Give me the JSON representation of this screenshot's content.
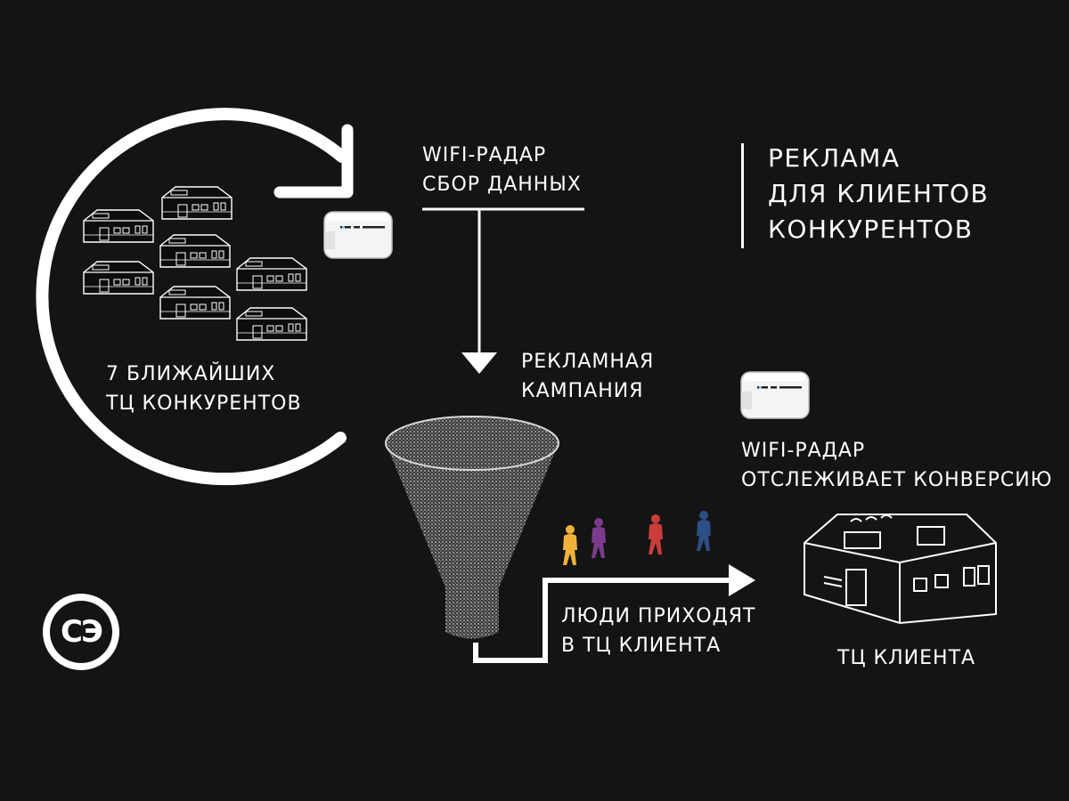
{
  "cycle": {
    "competitors_line1": "7 БЛИЖАЙШИХ",
    "competitors_line2": "ТЦ КОНКУРЕНТОВ"
  },
  "radar_collect": {
    "line1": "WIFI-РАДАР",
    "line2": "СБОР ДАННЫХ"
  },
  "headline": {
    "line1": "РЕКЛАМА",
    "line2": "ДЛЯ КЛИЕНТОВ",
    "line3": "КОНКУРЕНТОВ"
  },
  "campaign": {
    "line1": "РЕКЛАМНАЯ",
    "line2": "КАМПАНИЯ"
  },
  "radar_track": {
    "line1": "WIFI-РАДАР",
    "line2": "ОТСЛЕЖИВАЕТ КОНВЕРСИЮ"
  },
  "people": {
    "line1": "ЛЮДИ ПРИХОДЯТ",
    "line2": "В ТЦ КЛИЕНТА"
  },
  "client_mall": {
    "label": "ТЦ КЛИЕНТА"
  },
  "logo": {
    "text": "СЭ"
  },
  "colors": {
    "background": "#151414",
    "foreground": "#ffffff",
    "funnel": "#8a8a8a"
  },
  "icons": [
    "mall-icon",
    "wifi-router-icon",
    "funnel-icon",
    "person-icon",
    "logo-icon"
  ]
}
